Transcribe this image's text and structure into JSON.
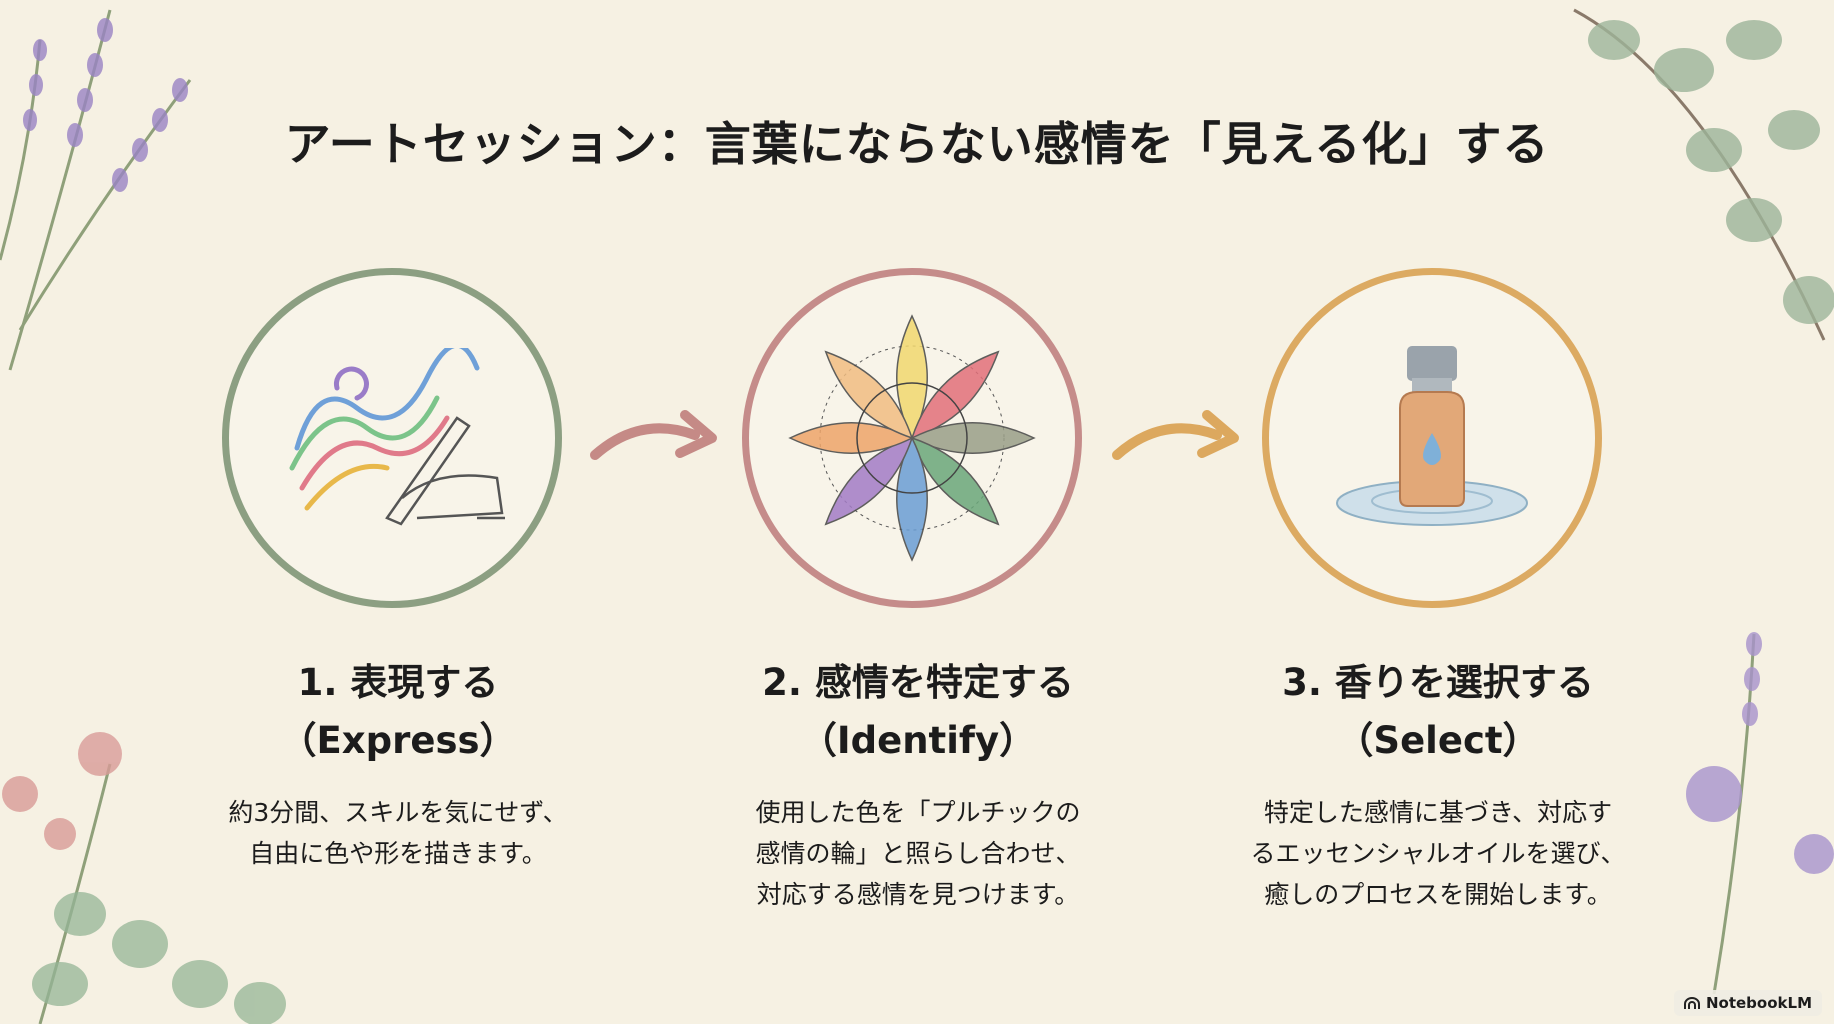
{
  "title": "アートセッション：言葉にならない感情を「見える化」する",
  "colors": {
    "step1": "#8c9f82",
    "step2": "#c58c8a",
    "step3": "#dcaa62",
    "background": "#f6f1e3"
  },
  "steps": [
    {
      "icon": "painting-hand-icon",
      "heading": "1. 表現する",
      "subheading": "（Express）",
      "lines": [
        "約3分間、スキルを気にせず、",
        "自由に色や形を描きます。"
      ]
    },
    {
      "icon": "emotion-wheel-icon",
      "heading": "2. 感情を特定する",
      "subheading": "（Identify）",
      "lines": [
        "使用した色を「プルチックの",
        "感情の輪」と照らし合わせ、",
        "対応する感情を見つけます。"
      ]
    },
    {
      "icon": "essential-oil-bottle-icon",
      "heading": "3. 香りを選択する",
      "subheading": "（Select）",
      "lines": [
        "特定した感情に基づき、対応す",
        "るエッセンシャルオイルを選び、",
        "癒しのプロセスを開始します。"
      ]
    }
  ],
  "badge": "NotebookLM"
}
